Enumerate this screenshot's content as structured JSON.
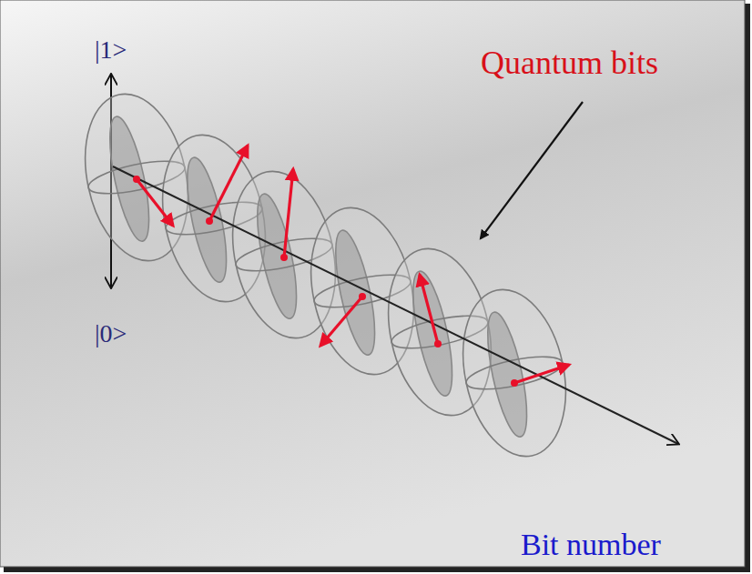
{
  "diagram": {
    "labels": [
      "|1>",
      "|0>",
      "Quantum bits",
      "Bit number"
    ]
  }
}
